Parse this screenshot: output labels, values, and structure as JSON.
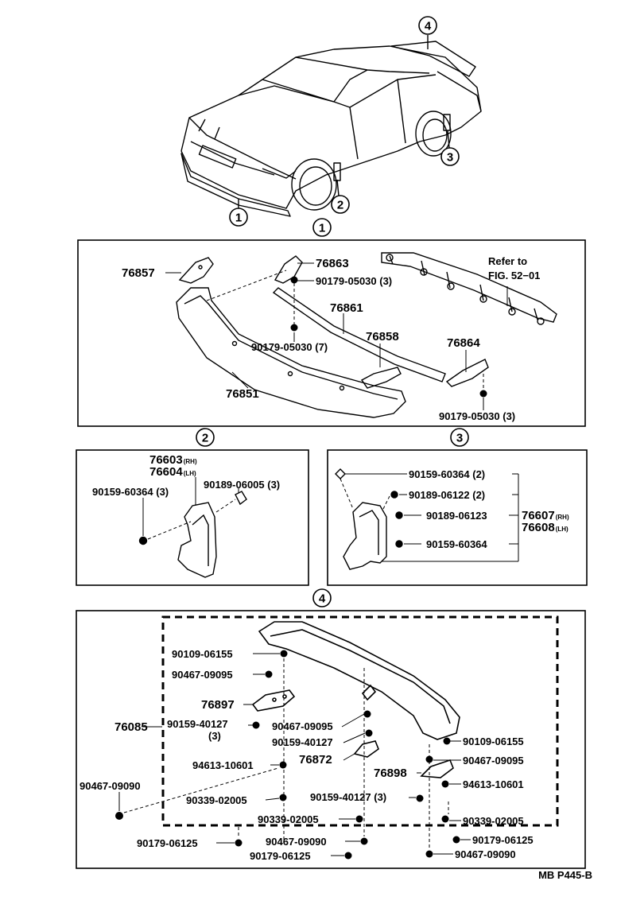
{
  "car": {
    "callouts": [
      "4",
      "1",
      "2",
      "3"
    ]
  },
  "section1": {
    "badge": "1",
    "refer_line1": "Refer to",
    "refer_line2": "FIG. 52−01",
    "parts": [
      "76857",
      "76863",
      "90179-05030 (3)",
      "76861",
      "76858",
      "90179-05030 (7)",
      "76864",
      "76851",
      "90179-05030 (3)"
    ]
  },
  "section2": {
    "badge": "2",
    "p1": "76603",
    "p1_side": "(RH)",
    "p2": "76604",
    "p2_side": "(LH)",
    "p3": "90159-60364 (3)",
    "p4": "90189-06005 (3)"
  },
  "section3": {
    "badge": "3",
    "p1": "90159-60364 (2)",
    "p2": "90189-06122 (2)",
    "p3": "90189-06123",
    "p4": "90159-60364",
    "p5": "76607",
    "p5_side": "(RH)",
    "p6": "76608",
    "p6_side": "(LH)"
  },
  "section4": {
    "badge": "4",
    "parts": [
      "90109-06155",
      "90467-09095",
      "76897",
      "76085",
      "90159-40127",
      "(3)",
      "90467-09095",
      "90159-40127",
      "76872",
      "94613-10601",
      "90467-09090",
      "90339-02005",
      "90159-40127 (3)",
      "90339-02005",
      "90179-06125",
      "90467-09090",
      "90179-06125",
      "90109-06155",
      "90467-09095",
      "76898",
      "94613-10601",
      "90339-02005",
      "90179-06125",
      "90467-09090"
    ]
  },
  "footer": {
    "code": "MB P445-B"
  }
}
